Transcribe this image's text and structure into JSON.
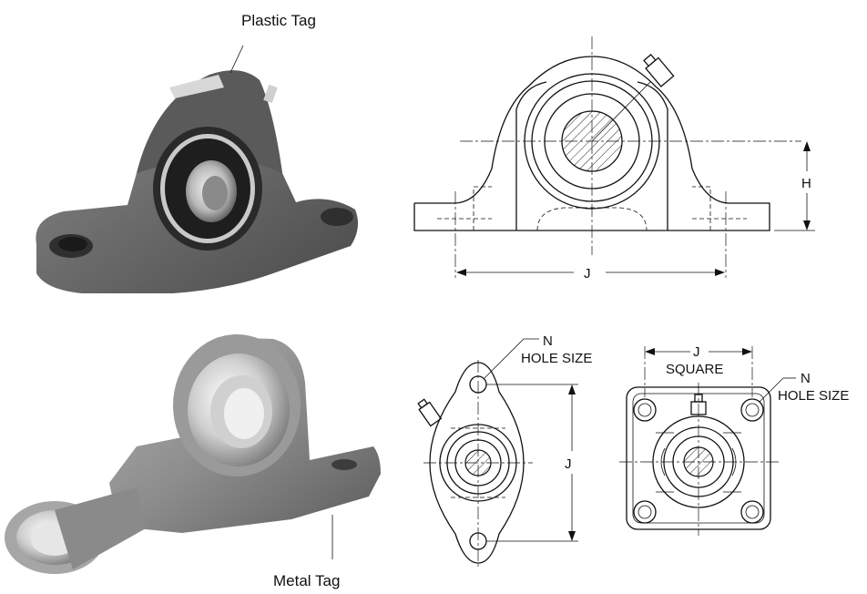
{
  "photo_labels": {
    "top_tag": "Plastic Tag",
    "bottom_tag": "Metal Tag"
  },
  "dimension_labels": {
    "side_view_height": "H",
    "side_view_width": "J",
    "two_bolt_hole_N": "N",
    "two_bolt_hole_size": "HOLE SIZE",
    "two_bolt_spacing": "J",
    "four_bolt_J": "J",
    "four_bolt_square": "SQUARE",
    "four_bolt_hole_N": "N",
    "four_bolt_hole_size": "HOLE SIZE"
  }
}
